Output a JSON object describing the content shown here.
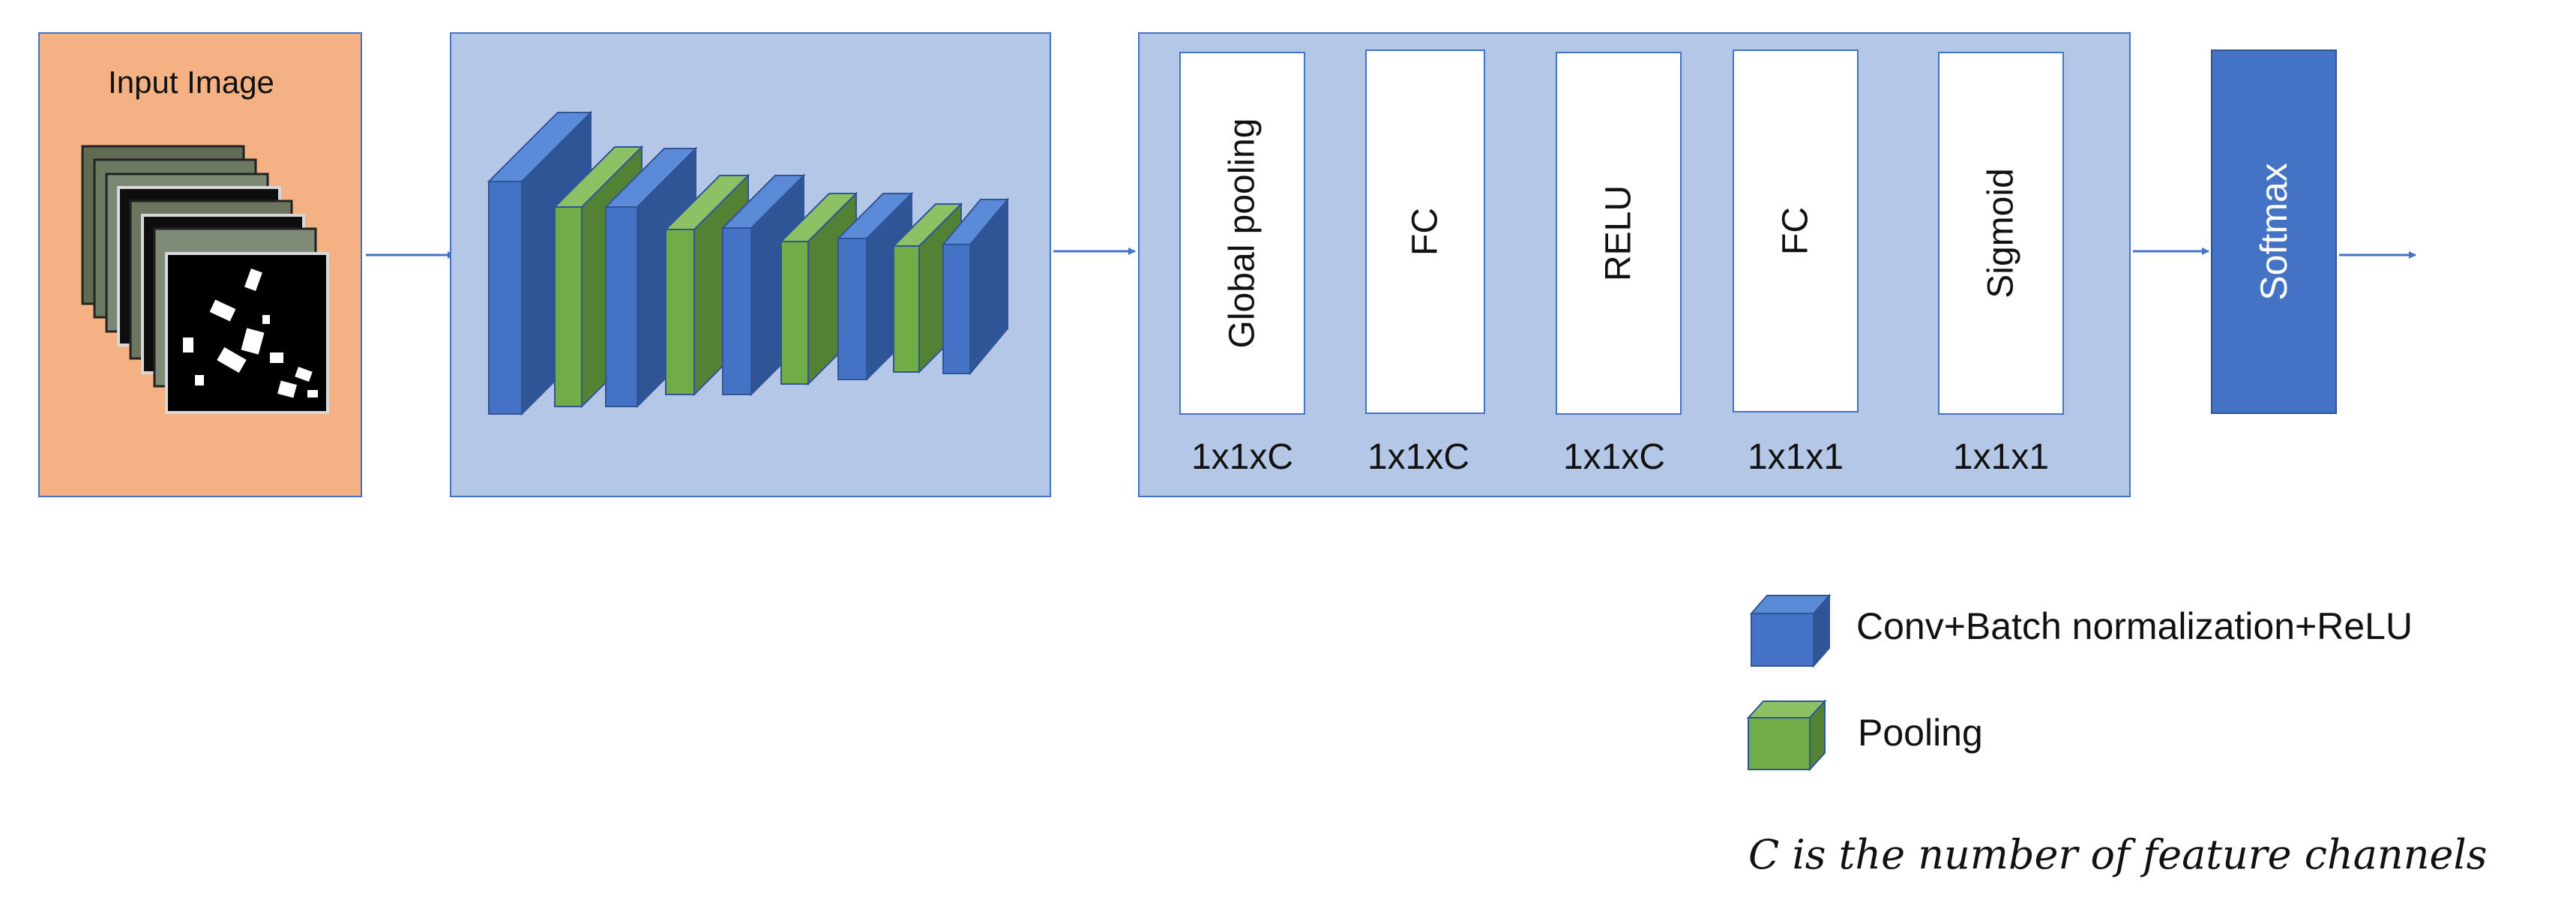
{
  "input_panel": {
    "title": "Input Image"
  },
  "attention_blocks": [
    {
      "label": "Global pooling",
      "dims": "1x1xC"
    },
    {
      "label": "FC",
      "dims": "1x1xC"
    },
    {
      "label": "RELU",
      "dims": "1x1xC"
    },
    {
      "label": "FC",
      "dims": "1x1x1"
    },
    {
      "label": "Sigmoid",
      "dims": "1x1x1"
    }
  ],
  "softmax": {
    "label": "Softmax"
  },
  "legend": {
    "conv": "Conv+Batch normalization+ReLU",
    "pool": "Pooling",
    "note": "C is the number of feature channels"
  },
  "colors": {
    "panel_fill": "#b4c7e7",
    "panel_stroke": "#4472c4",
    "input_fill": "#f4b183",
    "conv_front": "#4472c4",
    "conv_side": "#2f5597",
    "pool_front": "#70ad47",
    "pool_side": "#548235",
    "softmax_fill": "#4472c4",
    "arrow": "#4472c4"
  }
}
